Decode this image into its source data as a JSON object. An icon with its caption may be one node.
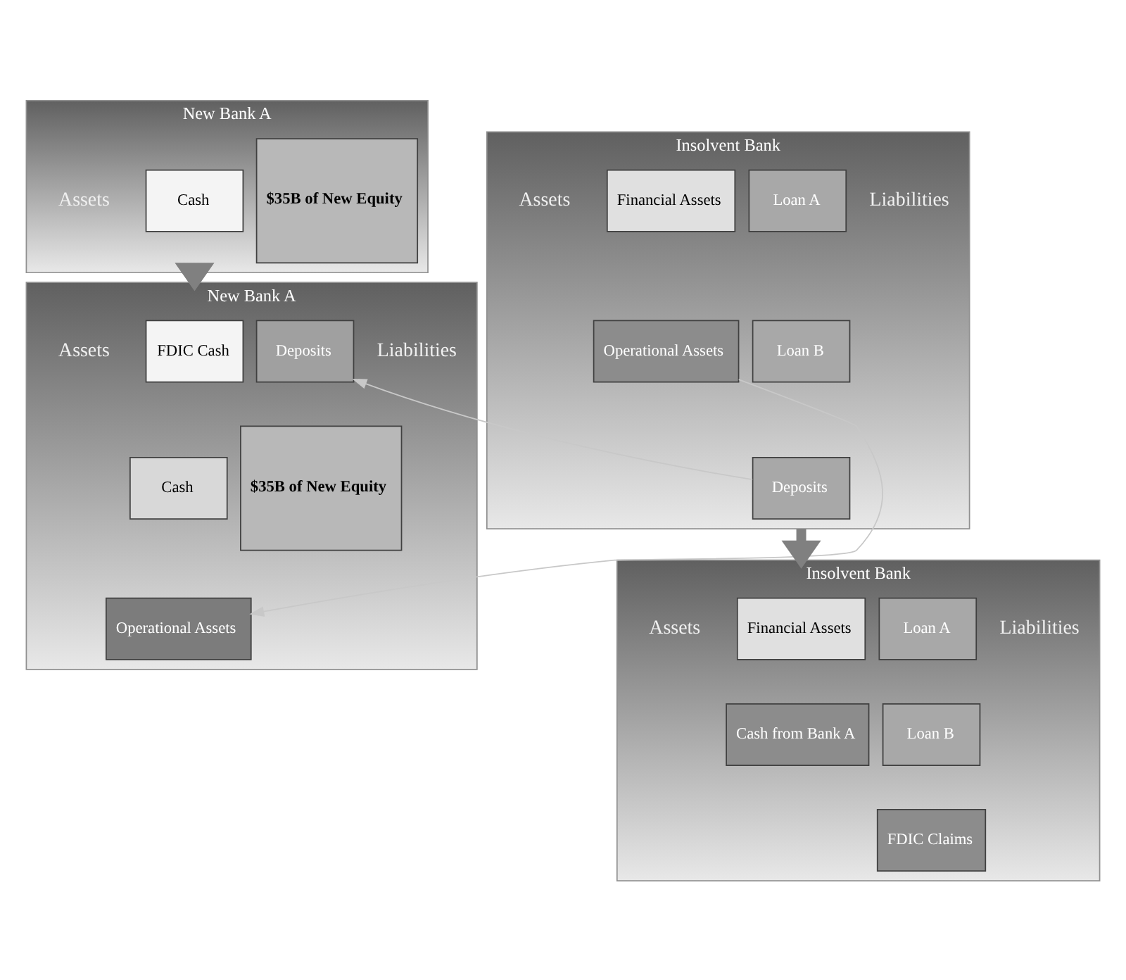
{
  "diagram": {
    "nodes": [
      {
        "text": [
          "New Bank A"
        ]
      },
      {
        "text": [
          "Cash"
        ],
        "in": 0
      },
      {
        "text": [
          "$35B of New Equity"
        ],
        "in": 0
      },
      {
        "text": [
          "Insolvent Bank"
        ]
      },
      {
        "text": [
          "Financial Assets"
        ],
        "in": 3
      },
      {
        "text": [
          "Operational Assets"
        ],
        "in": 3
      },
      {
        "text": [
          "Loan A"
        ],
        "in": 3
      },
      {
        "text": [
          "Loan B"
        ],
        "in": 3
      },
      {
        "text": [
          "Deposits"
        ],
        "in": 3
      },
      {
        "text": [
          "New Bank A"
        ]
      },
      {
        "text": [
          "FDIC Cash"
        ],
        "in": 9
      },
      {
        "text": [
          "Cash"
        ],
        "in": 9
      },
      {
        "text": [
          "Operational Assets"
        ],
        "in": 9
      },
      {
        "text": [
          "Deposits"
        ],
        "in": 9
      },
      {
        "text": [
          "$35B of New Equity"
        ],
        "in": 9
      },
      {
        "text": [
          "Insolvent Bank"
        ]
      },
      {
        "text": [
          "Financial Assets"
        ],
        "in": 15
      },
      {
        "text": [
          "Cash from Bank A"
        ],
        "in": 15
      },
      {
        "text": [
          "Loan A"
        ],
        "in": 15
      },
      {
        "text": [
          "Loan B"
        ],
        "in": 15
      },
      {
        "text": [
          "FDIC Claims"
        ],
        "in": 15
      }
    ],
    "edges": [
      {
        "from": 0,
        "to": 9,
        "arrow": "to",
        "style": "thick"
      },
      {
        "from": 3,
        "to": 15,
        "arrow": "to",
        "style": "thick"
      },
      {
        "from": 5,
        "to": 12,
        "arrow": "to",
        "color": "#c8c8c8"
      },
      {
        "from": 8,
        "to": 13,
        "arrow": "to",
        "color": "#c8c8c8"
      }
    ],
    "labels": [
      "Assets",
      "Assets",
      "Liabilities",
      "Assets",
      "Liabilities",
      "Assets",
      "Liabilities"
    ]
  }
}
